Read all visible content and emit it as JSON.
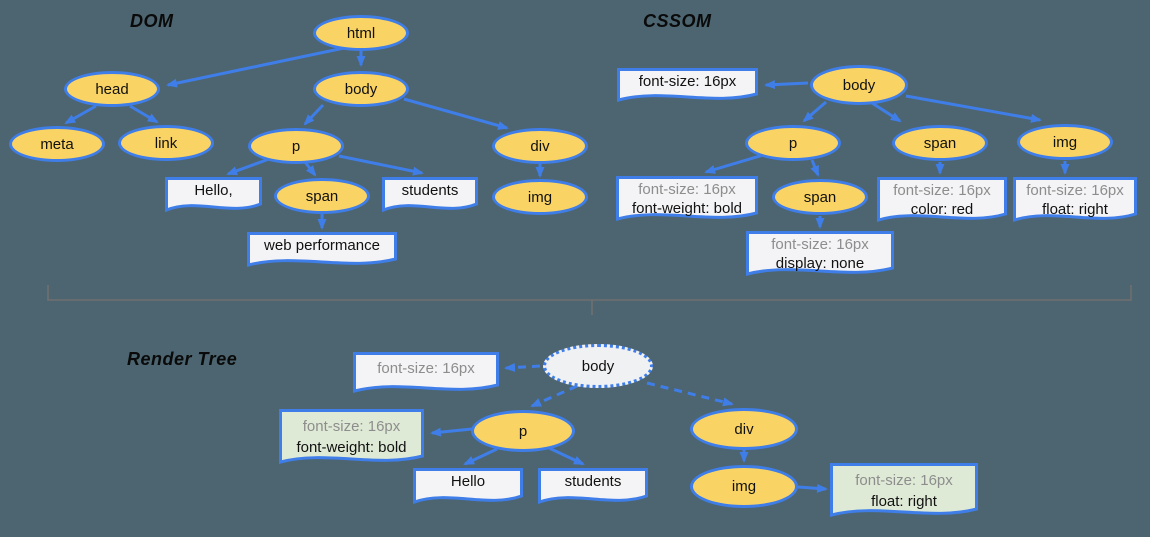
{
  "colors": {
    "background": "#4c6570",
    "node_fill": "#fad365",
    "edge_blue": "#3f7ee8",
    "box_fill": "#f4f4f6",
    "green_fill": "#dfead6",
    "gray_text": "#8d8d8d",
    "divider_gray": "#6f6f6f",
    "rt_body_fill": "#f0f1f3"
  },
  "sections": {
    "dom": {
      "title": "DOM",
      "nodes": {
        "html": "html",
        "head": "head",
        "body": "body",
        "meta": "meta",
        "link": "link",
        "p": "p",
        "div": "div",
        "span": "span",
        "img": "img"
      },
      "text_boxes": {
        "hello": "Hello,",
        "students": "students",
        "web_performance": "web performance"
      }
    },
    "cssom": {
      "title": "CSSOM",
      "nodes": {
        "body": "body",
        "p": "p",
        "span": "span",
        "img": "img",
        "span_in_p": "span"
      },
      "style_boxes": {
        "body": {
          "line1": "font-size: 16px"
        },
        "p": {
          "line1": "font-size: 16px",
          "line2": "font-weight: bold"
        },
        "span": {
          "line1": "font-size: 16px",
          "line2": "color: red"
        },
        "img": {
          "line1": "font-size: 16px",
          "line2": "float: right"
        },
        "span_in_p": {
          "line1": "font-size: 16px",
          "line2": "display: none"
        }
      }
    },
    "render_tree": {
      "title": "Render Tree",
      "nodes": {
        "body": "body",
        "p": "p",
        "div": "div",
        "img": "img"
      },
      "text_boxes": {
        "hello": "Hello",
        "students": "students"
      },
      "style_boxes": {
        "body": {
          "line1": "font-size: 16px"
        },
        "p": {
          "line1": "font-size: 16px",
          "line2": "font-weight: bold"
        },
        "img": {
          "line1": "font-size: 16px",
          "line2": "float: right"
        }
      }
    }
  }
}
